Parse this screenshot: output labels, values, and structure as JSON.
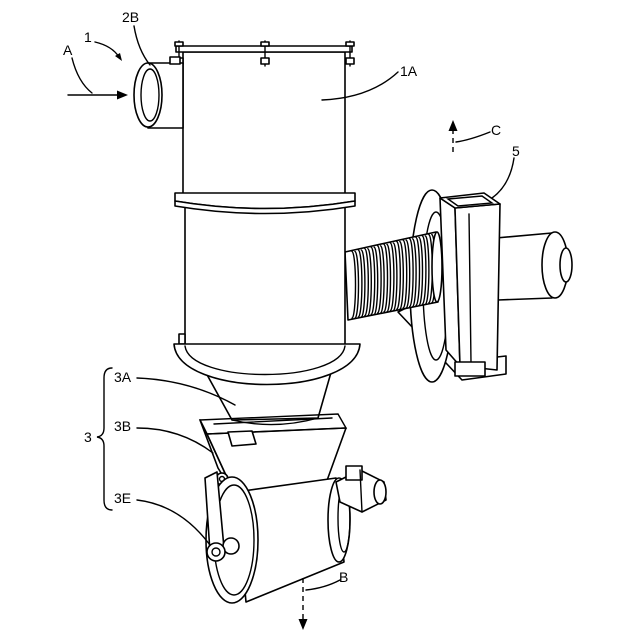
{
  "figure": {
    "labels": {
      "a": "A",
      "one": "1",
      "two_b": "2B",
      "one_a": "1A",
      "c": "C",
      "five": "5",
      "three_a": "3A",
      "three": "3",
      "three_b": "3B",
      "three_e": "3E",
      "b": "B"
    }
  }
}
